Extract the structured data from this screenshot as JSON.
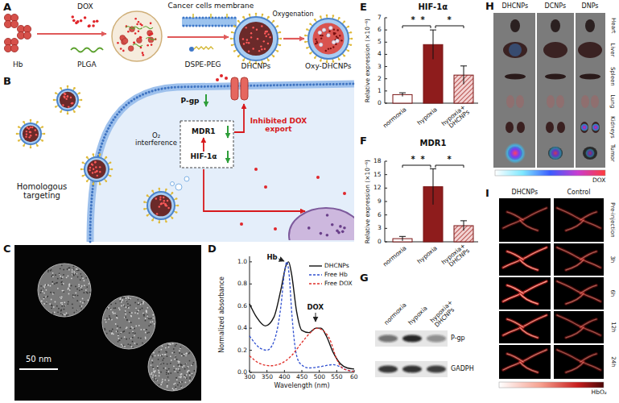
{
  "diagram": {
    "nodes": [
      {
        "text": [
          "MDR1"
        ]
      },
      {
        "text": [
          "HIF-1α"
        ]
      }
    ],
    "edges": [
      {
        "from": 1,
        "to": 0,
        "arrow": "to"
      }
    ],
    "labels": [
      "A",
      "DOX",
      "Hb",
      "PLGA",
      "Cancer cells membrane",
      "DSPE-PEG",
      "DHCNPs",
      "Oxygenation",
      "Oxy-DHCNPs",
      "B",
      "Homologous targeting",
      "O₂ interference",
      "P-gp",
      "Inhibited DOX export",
      "C",
      "50 nm",
      "D",
      "Normalized absorbance",
      "Wavelength (nm)",
      "0.0",
      "0.2",
      "0.4",
      "0.6",
      "0.8",
      "1.0",
      "300",
      "350",
      "400",
      "450",
      "500",
      "550",
      "60",
      "Hb",
      "DOX",
      "E",
      "HIF-1α",
      "Relative expression (×10⁻⁶)",
      "0",
      "1",
      "2",
      "3",
      "4",
      "5",
      "6",
      "7",
      "normoxia",
      "hypoxia",
      "hypoxia+ DHCNPs",
      "*",
      "*",
      "*",
      "F",
      "MDR1",
      "Relative expression (×10⁻⁶)",
      "0",
      "3",
      "6",
      "9",
      "12",
      "15",
      "18",
      "normoxia",
      "hypoxia",
      "hypoxia+ DHCNPs",
      "*",
      "*",
      "*",
      "G",
      "normoxia",
      "hypoxia",
      "hypoxia+ DHCNPs",
      "P-gp",
      "GADPH",
      "H",
      "DHCNPs",
      "DCNPs",
      "DNPs",
      "Heart",
      "Liver",
      "Spleen",
      "Lung",
      "Kidneys",
      "Tumor",
      "DOX",
      "I",
      "DHCNPs",
      "Control",
      "Pre-injection",
      "3h",
      "6h",
      "12h",
      "24h",
      "HbO₂"
    ],
    "legend": [
      {
        "text": "DHCNPs"
      },
      {
        "text": "Free Hb"
      },
      {
        "text": "Free DOX"
      }
    ]
  }
}
